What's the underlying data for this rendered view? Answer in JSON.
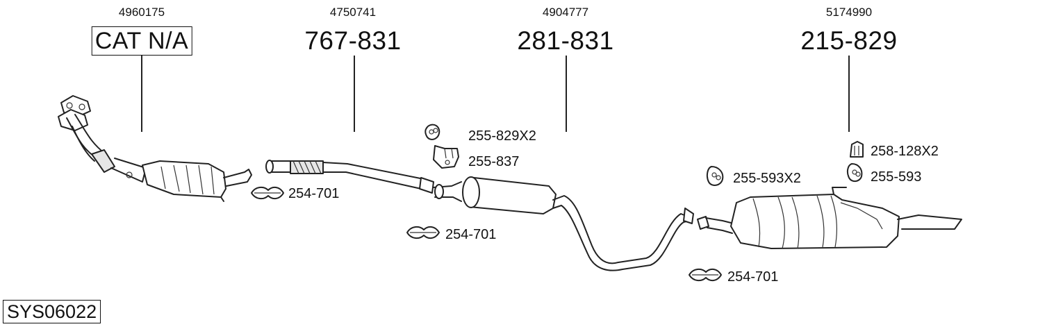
{
  "parts": [
    {
      "oem": "4960175",
      "part": "CAT N/A"
    },
    {
      "oem": "4750741",
      "part": "767-831"
    },
    {
      "oem": "4904777",
      "part": "281-831"
    },
    {
      "oem": "5174990",
      "part": "215-829"
    }
  ],
  "accessories": [
    {
      "label": "254-701"
    },
    {
      "label": "255-829X2"
    },
    {
      "label": "255-837"
    },
    {
      "label": "254-701"
    },
    {
      "label": "255-593X2"
    },
    {
      "label": "258-128X2"
    },
    {
      "label": "255-593"
    },
    {
      "label": "254-701"
    }
  ],
  "system_code": "SYS06022"
}
